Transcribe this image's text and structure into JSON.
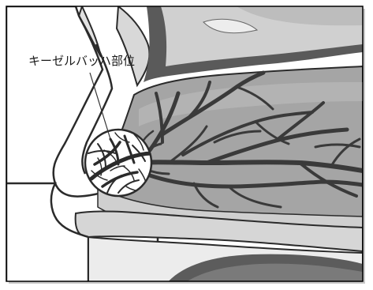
{
  "diagram": {
    "label": "キーゼルバッハ部位",
    "colors": {
      "frame": "#000000",
      "shadow": "#c9c9c9",
      "cavity": "#a5a5a5",
      "septum": "#cfcfcf",
      "palate": "#d6d6d6",
      "vessel": "#3a3a3a",
      "outline": "#2b2b2b",
      "leader": "#333333"
    },
    "icons": [
      "nose-profile",
      "nasal-cavity",
      "blood-vessels",
      "magnifier-circle"
    ]
  }
}
